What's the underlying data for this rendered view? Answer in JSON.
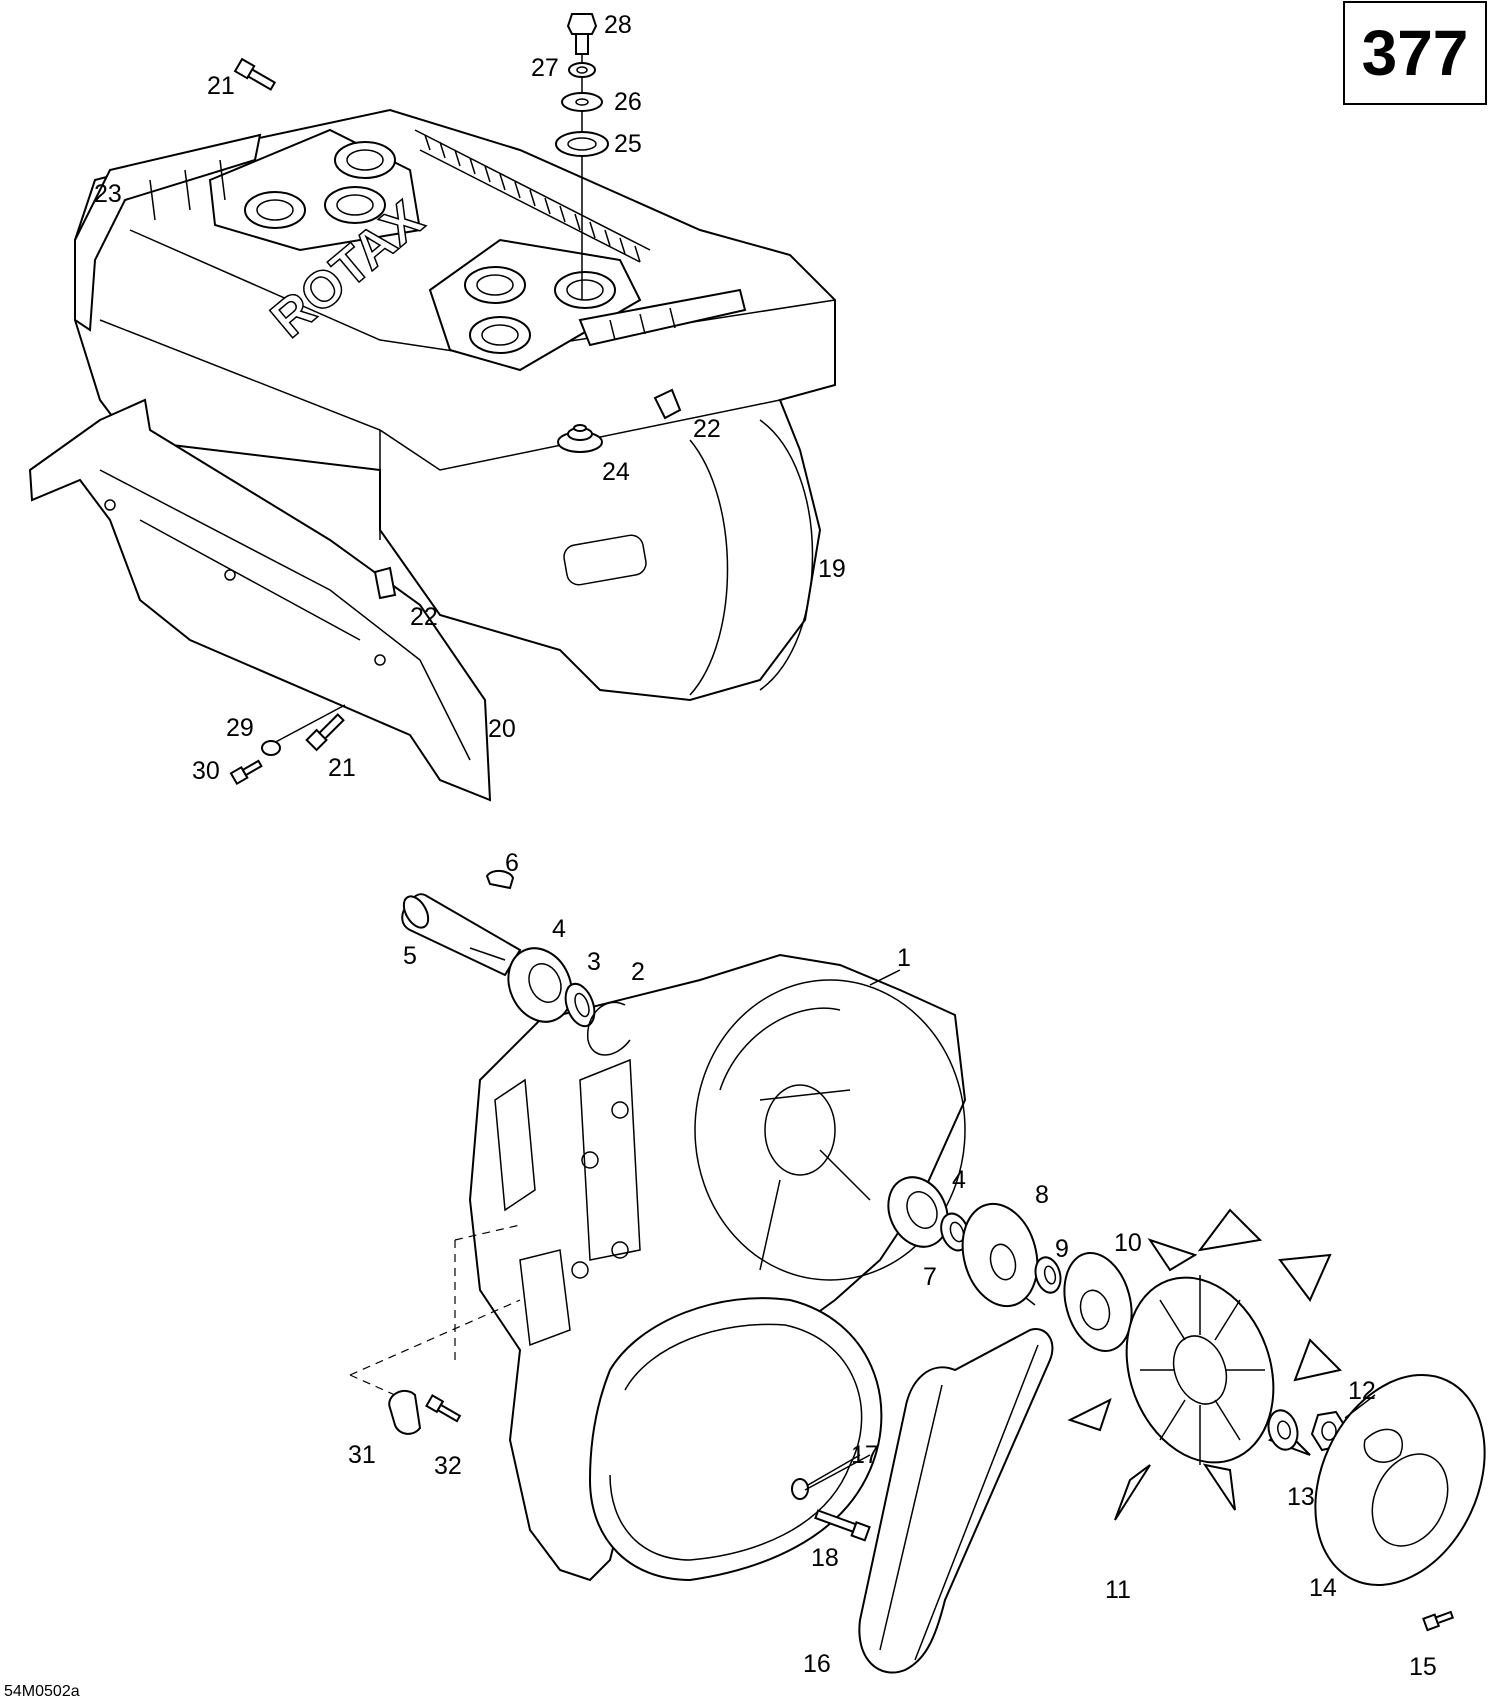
{
  "page_number": "377",
  "drawing_reference": "54M0502a",
  "engraving": "ROTAX",
  "callouts": [
    {
      "id": "c1",
      "text": "1"
    },
    {
      "id": "c2",
      "text": "2"
    },
    {
      "id": "c3",
      "text": "3"
    },
    {
      "id": "c4a",
      "text": "4"
    },
    {
      "id": "c4b",
      "text": "4"
    },
    {
      "id": "c5",
      "text": "5"
    },
    {
      "id": "c6",
      "text": "6"
    },
    {
      "id": "c7",
      "text": "7"
    },
    {
      "id": "c8",
      "text": "8"
    },
    {
      "id": "c9",
      "text": "9"
    },
    {
      "id": "c10",
      "text": "10"
    },
    {
      "id": "c11",
      "text": "11"
    },
    {
      "id": "c12",
      "text": "12"
    },
    {
      "id": "c13",
      "text": "13"
    },
    {
      "id": "c14",
      "text": "14"
    },
    {
      "id": "c15",
      "text": "15"
    },
    {
      "id": "c16",
      "text": "16"
    },
    {
      "id": "c17",
      "text": "17"
    },
    {
      "id": "c18",
      "text": "18"
    },
    {
      "id": "c19",
      "text": "19"
    },
    {
      "id": "c20",
      "text": "20"
    },
    {
      "id": "c21a",
      "text": "21"
    },
    {
      "id": "c21b",
      "text": "21"
    },
    {
      "id": "c22a",
      "text": "22"
    },
    {
      "id": "c22b",
      "text": "22"
    },
    {
      "id": "c23",
      "text": "23"
    },
    {
      "id": "c24",
      "text": "24"
    },
    {
      "id": "c25",
      "text": "25"
    },
    {
      "id": "c26",
      "text": "26"
    },
    {
      "id": "c27",
      "text": "27"
    },
    {
      "id": "c28",
      "text": "28"
    },
    {
      "id": "c29",
      "text": "29"
    },
    {
      "id": "c30",
      "text": "30"
    },
    {
      "id": "c31",
      "text": "31"
    },
    {
      "id": "c32",
      "text": "32"
    }
  ]
}
